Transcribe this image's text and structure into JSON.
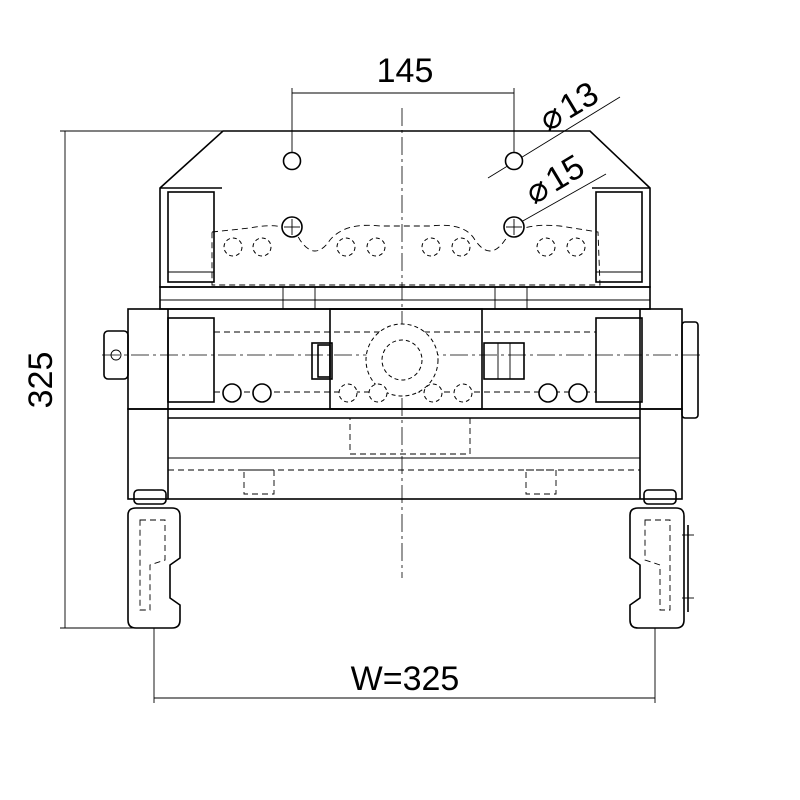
{
  "drawing": {
    "dimensions": {
      "hole_spacing": "145",
      "hole_small_dia": "13",
      "hole_large_dia": "15",
      "height": "325",
      "width": "W=325"
    },
    "symbols": {
      "diameter": "⌀"
    }
  }
}
